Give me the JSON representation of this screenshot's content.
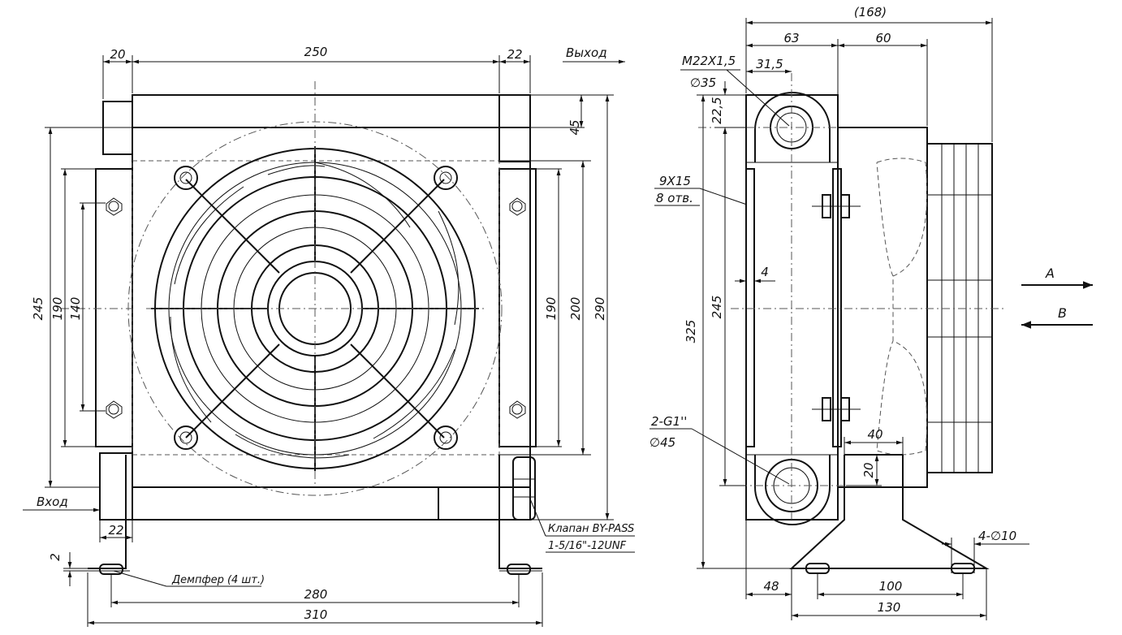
{
  "front_view": {
    "dims": {
      "w20": "20",
      "w250": "250",
      "w22_top": "22",
      "h45": "45",
      "h190_right": "190",
      "h200": "200",
      "h290": "290",
      "h245": "245",
      "h190_left": "190",
      "h140": "140",
      "w22_bottom": "22",
      "h2": "2",
      "w280": "280",
      "w310": "310"
    },
    "labels": {
      "outlet": "Выход",
      "inlet": "Вход",
      "damper": "Демпфер (4 шт.)",
      "bypass_line1": "Клапан BY-PASS",
      "bypass_line2": "1-5/16\"-12UNF"
    }
  },
  "side_view": {
    "dims": {
      "w168": "(168)",
      "w63": "63",
      "w60": "60",
      "w31_5": "31,5",
      "h22_5": "22,5",
      "h325": "325",
      "h245": "245",
      "w4": "4",
      "w40": "40",
      "h20": "20",
      "w48": "48",
      "w100": "100",
      "w130": "130"
    },
    "labels": {
      "thread_top": "M22X1,5",
      "dia_top": "∅35",
      "slot_line1": "9X15",
      "slot_line2": "8 отв.",
      "thread_bottom": "2-G1''",
      "dia_bottom": "∅45",
      "holes": "4-∅10",
      "arrow_a": "A",
      "arrow_b": "B"
    }
  }
}
